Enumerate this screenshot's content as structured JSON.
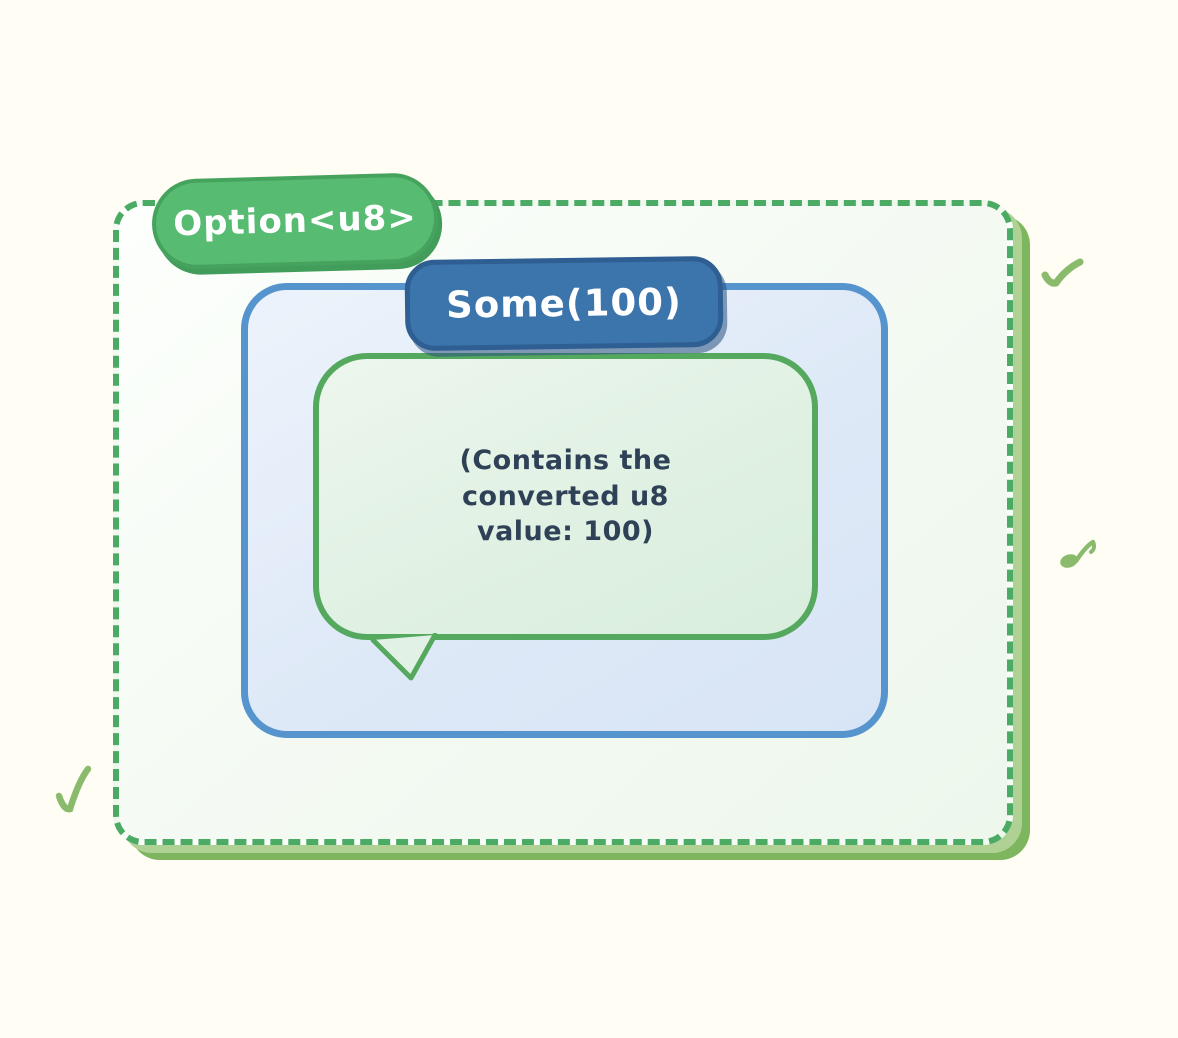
{
  "diagram": {
    "outer_container": {
      "label": "Option<u8>"
    },
    "variant_container": {
      "label": "Some(100)"
    },
    "bubble": {
      "lines": {
        "line1": "(Contains the",
        "line2": "converted u8",
        "line3": "value: 100)"
      }
    },
    "decorations": [
      {
        "name": "checkmark-top-right"
      },
      {
        "name": "note-squiggle-middle-right"
      },
      {
        "name": "checkmark-bottom-left"
      }
    ],
    "colors": {
      "page_background": "#FFFDF4",
      "outer_dashed_border": "#4BAA63",
      "outer_shadow_inner": "#AFD194",
      "outer_shadow_outer": "#7EB660",
      "outer_fill": "#F4FAF3",
      "option_pill_fill": "#57BC72",
      "option_pill_border": "#46A35E",
      "blue_box_border": "#5694CE",
      "blue_box_fill": "#DEE9F7",
      "some_pill_fill": "#3C74AC",
      "some_pill_border": "#2E5E92",
      "bubble_border": "#55A95F",
      "bubble_fill": "#E0F1E3",
      "bubble_text": "#2F4156",
      "decoration_green": "#8ABB6C",
      "label_text": "#FFFFFF"
    }
  }
}
